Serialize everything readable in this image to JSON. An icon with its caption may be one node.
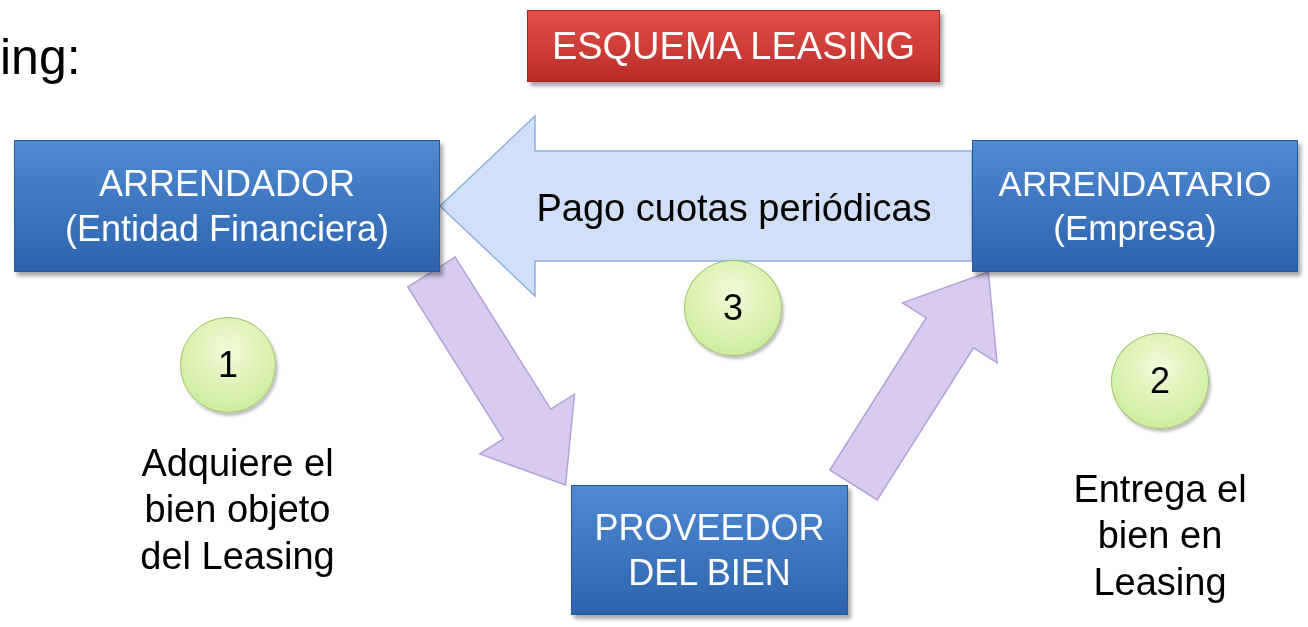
{
  "diagram": {
    "title": "ESQUEMA LEASING",
    "nodes": [
      {
        "text": [
          "ARRENDADOR",
          "(Entidad Financiera)"
        ]
      },
      {
        "text": [
          "ARRENDATARIO",
          "(Empresa)"
        ]
      },
      {
        "text": [
          "PROVEEDOR DEL BIEN"
        ]
      },
      {
        "text": [
          "1"
        ],
        "beside": [
          "Adquiere el bien objeto del Leasing"
        ]
      },
      {
        "text": [
          "2"
        ],
        "beside": [
          "Entrega el bien en Leasing"
        ]
      },
      {
        "text": [
          "3"
        ]
      }
    ],
    "edges": [
      {
        "from": 1,
        "to": 0,
        "arrow": "to",
        "label": "Pago cuotas periódicas",
        "style": "thick",
        "color": "#cfe0f8"
      },
      {
        "from": 0,
        "to": 2,
        "arrow": "to",
        "style": "thick"
      },
      {
        "from": 2,
        "to": 1,
        "arrow": "to",
        "style": "thick"
      }
    ],
    "labels": [
      "ing:"
    ]
  }
}
